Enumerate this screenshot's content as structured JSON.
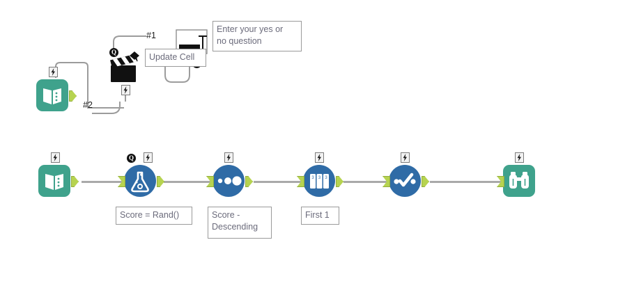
{
  "app": {
    "canvas_name": "workflow-canvas",
    "background": "#ffffff"
  },
  "colors": {
    "teal_node": "#3fa28c",
    "blue_node": "#2f6ba6",
    "port_green": "#b6d350",
    "connection_grey": "#a9a9a9",
    "annotation_text": "#6b6b7b",
    "annotation_border": "#9a9a9a"
  },
  "top_flow": {
    "nodes": [
      {
        "id": "widget-reader-top",
        "icon": "open-book-icon",
        "shape": "rounded-square",
        "color": "#3fa28c",
        "badge": "flow-variable-icon"
      },
      {
        "id": "clapperboard",
        "icon": "clapperboard-icon",
        "shape": "glyph",
        "color": "#111111",
        "badge": "flow-variable-icon",
        "status": "question-badge"
      },
      {
        "id": "update-cell",
        "icon": "table-cell-update-icon",
        "shape": "outline-box",
        "color": "#1b1b1b",
        "badge": "question-badge"
      }
    ],
    "port_labels": [
      {
        "text": "#1"
      },
      {
        "text": "#2"
      }
    ],
    "annotations": [
      {
        "text": "Update Cell"
      },
      {
        "text": "Enter your yes or\nno question"
      }
    ]
  },
  "main_flow": {
    "nodes": [
      {
        "id": "reader",
        "icon": "open-book-icon",
        "shape": "rounded-square",
        "color": "#3fa28c",
        "badge": "flow-variable-icon",
        "annotation": null
      },
      {
        "id": "math-formula",
        "icon": "flask-icon",
        "shape": "circle",
        "color": "#2f6ba6",
        "badge": "flow-variable-icon",
        "status": "question-badge",
        "annotation": "Score = Rand()"
      },
      {
        "id": "sorter",
        "icon": "three-dots-sorter-icon",
        "shape": "circle",
        "color": "#2f6ba6",
        "badge": "flow-variable-icon",
        "annotation": "Score -\nDescending"
      },
      {
        "id": "row-filter",
        "icon": "three-columns-icon",
        "shape": "circle",
        "color": "#2f6ba6",
        "badge": "flow-variable-icon",
        "annotation": "First 1"
      },
      {
        "id": "rule-engine",
        "icon": "checkmark-dots-icon",
        "shape": "circle",
        "color": "#2f6ba6",
        "badge": "flow-variable-icon",
        "annotation": null
      },
      {
        "id": "viewer",
        "icon": "binoculars-icon",
        "shape": "rounded-square",
        "color": "#3fa28c",
        "badge": "flow-variable-icon",
        "annotation": null
      }
    ],
    "annotations": [
      {
        "text": "Score = Rand()"
      },
      {
        "text": "Score -\nDescending"
      },
      {
        "text": "First 1"
      }
    ]
  }
}
